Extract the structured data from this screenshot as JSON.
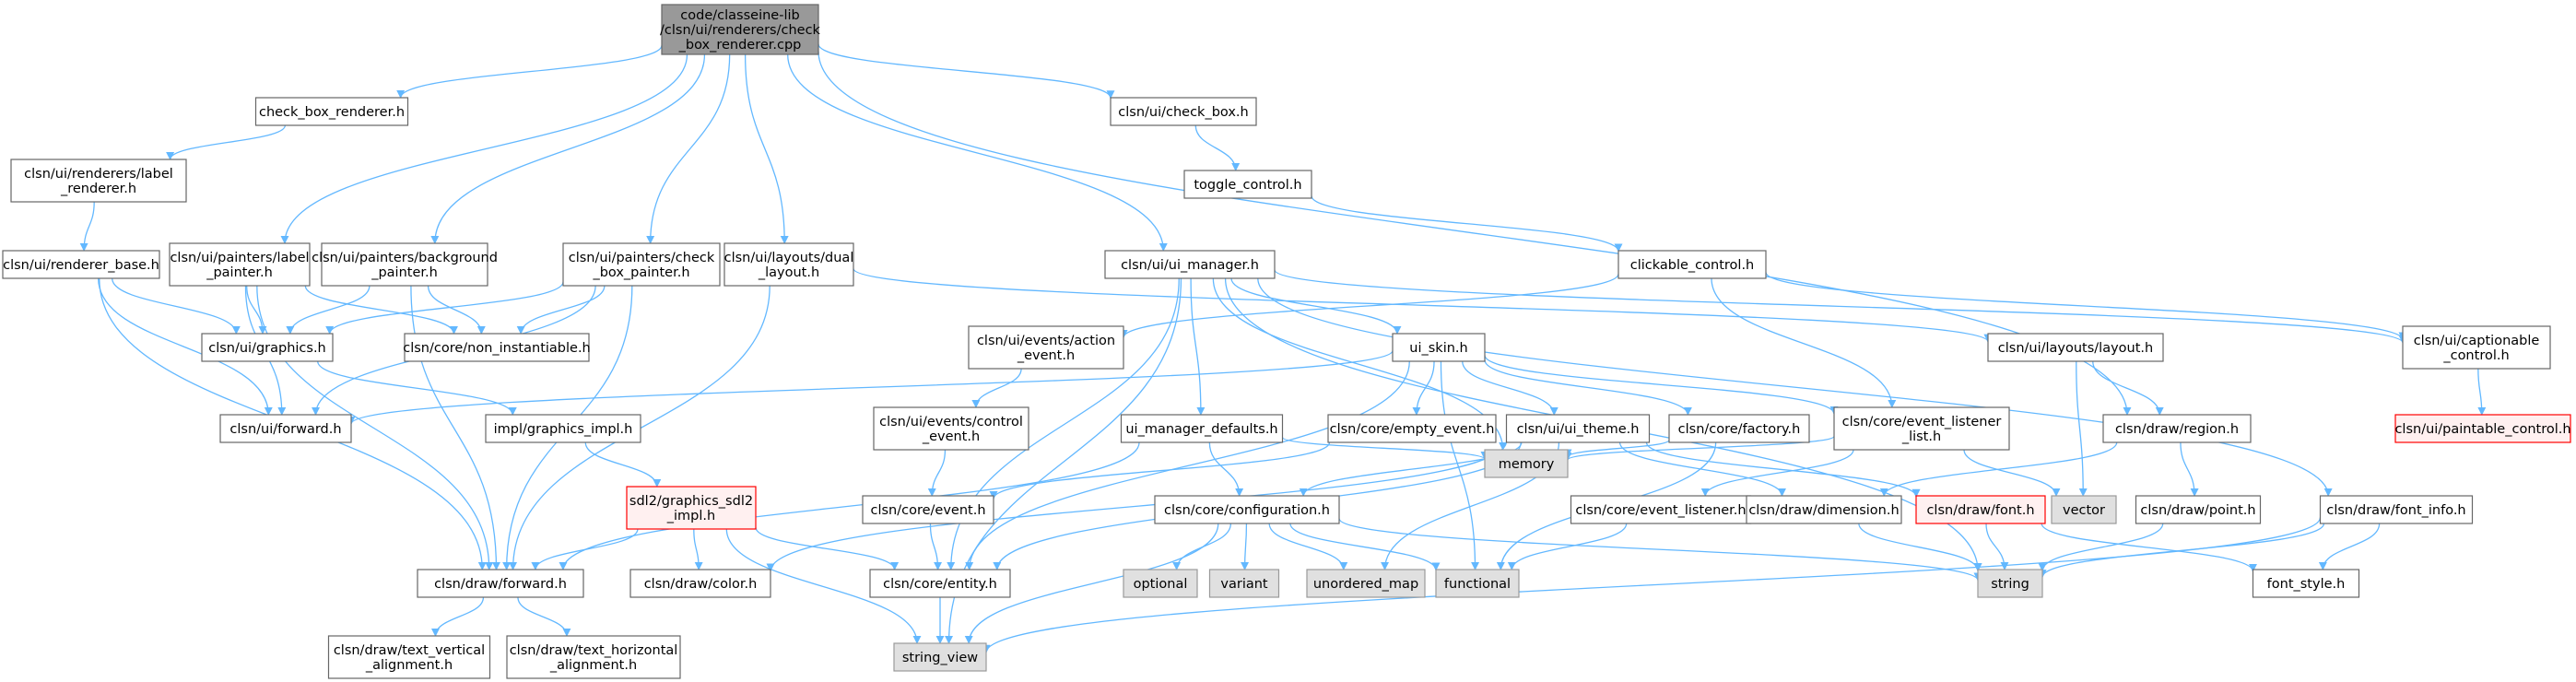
{
  "nodes": [
    {
      "id": "root",
      "lines": [
        "code/classeine-lib",
        "/clsn/ui/renderers/check",
        "_box_renderer.cpp"
      ],
      "kind": "root"
    },
    {
      "id": "check_box_renderer_h",
      "lines": [
        "check_box_renderer.h"
      ],
      "kind": "normal"
    },
    {
      "id": "label_renderer_h",
      "lines": [
        "clsn/ui/renderers/label",
        "_renderer.h"
      ],
      "kind": "normal"
    },
    {
      "id": "renderer_base_h",
      "lines": [
        "clsn/ui/renderer_base.h"
      ],
      "kind": "normal"
    },
    {
      "id": "painters_label_h",
      "lines": [
        "clsn/ui/painters/label",
        "_painter.h"
      ],
      "kind": "normal"
    },
    {
      "id": "painters_background_h",
      "lines": [
        "clsn/ui/painters/background",
        "_painter.h"
      ],
      "kind": "normal"
    },
    {
      "id": "painters_checkbox_h",
      "lines": [
        "clsn/ui/painters/check",
        "_box_painter.h"
      ],
      "kind": "normal"
    },
    {
      "id": "layouts_dual_h",
      "lines": [
        "clsn/ui/layouts/dual",
        "_layout.h"
      ],
      "kind": "normal"
    },
    {
      "id": "ui_manager_h",
      "lines": [
        "clsn/ui/ui_manager.h"
      ],
      "kind": "normal"
    },
    {
      "id": "check_box_h",
      "lines": [
        "clsn/ui/check_box.h"
      ],
      "kind": "normal"
    },
    {
      "id": "toggle_control_h",
      "lines": [
        "toggle_control.h"
      ],
      "kind": "normal"
    },
    {
      "id": "clickable_control_h",
      "lines": [
        "clickable_control.h"
      ],
      "kind": "normal"
    },
    {
      "id": "graphics_h",
      "lines": [
        "clsn/ui/graphics.h"
      ],
      "kind": "normal"
    },
    {
      "id": "non_instantiable_h",
      "lines": [
        "clsn/core/non_instantiable.h"
      ],
      "kind": "normal"
    },
    {
      "id": "ui_forward_h",
      "lines": [
        "clsn/ui/forward.h"
      ],
      "kind": "normal"
    },
    {
      "id": "graphics_impl_h",
      "lines": [
        "impl/graphics_impl.h"
      ],
      "kind": "normal"
    },
    {
      "id": "sdl2_impl_h",
      "lines": [
        "sdl2/graphics_sdl2",
        "_impl.h"
      ],
      "kind": "incomplete"
    },
    {
      "id": "draw_forward_h",
      "lines": [
        "clsn/draw/forward.h"
      ],
      "kind": "normal"
    },
    {
      "id": "text_vertical_h",
      "lines": [
        "clsn/draw/text_vertical",
        "_alignment.h"
      ],
      "kind": "normal"
    },
    {
      "id": "text_horizontal_h",
      "lines": [
        "clsn/draw/text_horizontal",
        "_alignment.h"
      ],
      "kind": "normal"
    },
    {
      "id": "draw_color_h",
      "lines": [
        "clsn/draw/color.h"
      ],
      "kind": "normal"
    },
    {
      "id": "core_entity_h",
      "lines": [
        "clsn/core/entity.h"
      ],
      "kind": "normal"
    },
    {
      "id": "string_view",
      "lines": [
        "string_view"
      ],
      "kind": "std"
    },
    {
      "id": "action_event_h",
      "lines": [
        "clsn/ui/events/action",
        "_event.h"
      ],
      "kind": "normal"
    },
    {
      "id": "control_event_h",
      "lines": [
        "clsn/ui/events/control",
        "_event.h"
      ],
      "kind": "normal"
    },
    {
      "id": "ui_skin_h",
      "lines": [
        "ui_skin.h"
      ],
      "kind": "normal"
    },
    {
      "id": "ui_manager_defaults_h",
      "lines": [
        "ui_manager_defaults.h"
      ],
      "kind": "normal"
    },
    {
      "id": "core_event_h",
      "lines": [
        "clsn/core/event.h"
      ],
      "kind": "normal"
    },
    {
      "id": "core_configuration_h",
      "lines": [
        "clsn/core/configuration.h"
      ],
      "kind": "normal"
    },
    {
      "id": "optional",
      "lines": [
        "optional"
      ],
      "kind": "std"
    },
    {
      "id": "variant",
      "lines": [
        "variant"
      ],
      "kind": "std"
    },
    {
      "id": "unordered_map",
      "lines": [
        "unordered_map"
      ],
      "kind": "std"
    },
    {
      "id": "functional",
      "lines": [
        "functional"
      ],
      "kind": "std"
    },
    {
      "id": "empty_event_h",
      "lines": [
        "clsn/core/empty_event.h"
      ],
      "kind": "normal"
    },
    {
      "id": "ui_theme_h",
      "lines": [
        "clsn/ui/ui_theme.h"
      ],
      "kind": "normal"
    },
    {
      "id": "memory",
      "lines": [
        "memory"
      ],
      "kind": "std"
    },
    {
      "id": "core_factory_h",
      "lines": [
        "clsn/core/factory.h"
      ],
      "kind": "normal"
    },
    {
      "id": "event_listener_list_h",
      "lines": [
        "clsn/core/event_listener",
        "_list.h"
      ],
      "kind": "normal"
    },
    {
      "id": "event_listener_h",
      "lines": [
        "clsn/core/event_listener.h"
      ],
      "kind": "normal"
    },
    {
      "id": "draw_dimension_h",
      "lines": [
        "clsn/draw/dimension.h"
      ],
      "kind": "normal"
    },
    {
      "id": "draw_font_h",
      "lines": [
        "clsn/draw/font.h"
      ],
      "kind": "incomplete"
    },
    {
      "id": "string",
      "lines": [
        "string"
      ],
      "kind": "std"
    },
    {
      "id": "vector",
      "lines": [
        "vector"
      ],
      "kind": "std"
    },
    {
      "id": "layouts_layout_h",
      "lines": [
        "clsn/ui/layouts/layout.h"
      ],
      "kind": "normal"
    },
    {
      "id": "draw_region_h",
      "lines": [
        "clsn/draw/region.h"
      ],
      "kind": "normal"
    },
    {
      "id": "draw_point_h",
      "lines": [
        "clsn/draw/point.h"
      ],
      "kind": "normal"
    },
    {
      "id": "font_info_h",
      "lines": [
        "clsn/draw/font_info.h"
      ],
      "kind": "normal"
    },
    {
      "id": "font_style_h",
      "lines": [
        "font_style.h"
      ],
      "kind": "normal"
    },
    {
      "id": "captionable_control_h",
      "lines": [
        "clsn/ui/captionable",
        "_control.h"
      ],
      "kind": "normal"
    },
    {
      "id": "paintable_control_h",
      "lines": [
        "clsn/ui/paintable_control.h"
      ],
      "kind": "incomplete"
    }
  ],
  "edges": [
    [
      "root",
      "check_box_renderer_h"
    ],
    [
      "root",
      "painters_label_h"
    ],
    [
      "root",
      "painters_background_h"
    ],
    [
      "root",
      "painters_checkbox_h"
    ],
    [
      "root",
      "layouts_dual_h"
    ],
    [
      "root",
      "ui_manager_h"
    ],
    [
      "root",
      "check_box_h"
    ],
    [
      "root",
      "draw_region_h"
    ],
    [
      "check_box_renderer_h",
      "label_renderer_h"
    ],
    [
      "label_renderer_h",
      "renderer_base_h"
    ],
    [
      "renderer_base_h",
      "graphics_h"
    ],
    [
      "renderer_base_h",
      "ui_forward_h"
    ],
    [
      "renderer_base_h",
      "draw_forward_h"
    ],
    [
      "painters_label_h",
      "graphics_h"
    ],
    [
      "painters_label_h",
      "non_instantiable_h"
    ],
    [
      "painters_label_h",
      "ui_forward_h"
    ],
    [
      "painters_label_h",
      "draw_forward_h"
    ],
    [
      "painters_background_h",
      "graphics_h"
    ],
    [
      "painters_background_h",
      "non_instantiable_h"
    ],
    [
      "painters_background_h",
      "draw_forward_h"
    ],
    [
      "painters_checkbox_h",
      "graphics_h"
    ],
    [
      "painters_checkbox_h",
      "non_instantiable_h"
    ],
    [
      "painters_checkbox_h",
      "ui_forward_h"
    ],
    [
      "painters_checkbox_h",
      "draw_forward_h"
    ],
    [
      "layouts_dual_h",
      "draw_forward_h"
    ],
    [
      "layouts_dual_h",
      "layouts_layout_h"
    ],
    [
      "graphics_h",
      "graphics_impl_h"
    ],
    [
      "graphics_impl_h",
      "sdl2_impl_h"
    ],
    [
      "sdl2_impl_h",
      "draw_forward_h"
    ],
    [
      "sdl2_impl_h",
      "draw_color_h"
    ],
    [
      "sdl2_impl_h",
      "core_entity_h"
    ],
    [
      "sdl2_impl_h",
      "string_view"
    ],
    [
      "draw_forward_h",
      "text_vertical_h"
    ],
    [
      "draw_forward_h",
      "text_horizontal_h"
    ],
    [
      "ui_manager_h",
      "ui_skin_h"
    ],
    [
      "ui_manager_h",
      "ui_manager_defaults_h"
    ],
    [
      "ui_manager_h",
      "core_entity_h"
    ],
    [
      "ui_manager_h",
      "string_view"
    ],
    [
      "ui_manager_h",
      "memory"
    ],
    [
      "ui_manager_h",
      "string"
    ],
    [
      "ui_manager_h",
      "font_info_h"
    ],
    [
      "ui_manager_h",
      "captionable_control_h"
    ],
    [
      "check_box_h",
      "toggle_control_h"
    ],
    [
      "toggle_control_h",
      "clickable_control_h"
    ],
    [
      "clickable_control_h",
      "action_event_h"
    ],
    [
      "clickable_control_h",
      "event_listener_list_h"
    ],
    [
      "clickable_control_h",
      "captionable_control_h"
    ],
    [
      "action_event_h",
      "control_event_h"
    ],
    [
      "control_event_h",
      "core_event_h"
    ],
    [
      "ui_skin_h",
      "ui_forward_h"
    ],
    [
      "ui_skin_h",
      "empty_event_h"
    ],
    [
      "ui_skin_h",
      "ui_theme_h"
    ],
    [
      "ui_skin_h",
      "core_factory_h"
    ],
    [
      "ui_skin_h",
      "event_listener_list_h"
    ],
    [
      "ui_skin_h",
      "core_entity_h"
    ],
    [
      "ui_skin_h",
      "functional"
    ],
    [
      "ui_manager_defaults_h",
      "core_configuration_h"
    ],
    [
      "ui_manager_defaults_h",
      "memory"
    ],
    [
      "ui_manager_defaults_h",
      "draw_forward_h"
    ],
    [
      "empty_event_h",
      "core_event_h"
    ],
    [
      "ui_theme_h",
      "core_configuration_h"
    ],
    [
      "ui_theme_h",
      "draw_color_h"
    ],
    [
      "ui_theme_h",
      "draw_font_h"
    ],
    [
      "ui_theme_h",
      "draw_dimension_h"
    ],
    [
      "ui_theme_h",
      "unordered_map"
    ],
    [
      "ui_theme_h",
      "core_entity_h"
    ],
    [
      "core_factory_h",
      "memory"
    ],
    [
      "core_factory_h",
      "functional"
    ],
    [
      "event_listener_list_h",
      "event_listener_h"
    ],
    [
      "event_listener_list_h",
      "vector"
    ],
    [
      "event_listener_list_h",
      "memory"
    ],
    [
      "event_listener_h",
      "functional"
    ],
    [
      "core_event_h",
      "core_entity_h"
    ],
    [
      "core_configuration_h",
      "optional"
    ],
    [
      "core_configuration_h",
      "variant"
    ],
    [
      "core_configuration_h",
      "unordered_map"
    ],
    [
      "core_configuration_h",
      "functional"
    ],
    [
      "core_configuration_h",
      "string"
    ],
    [
      "core_configuration_h",
      "string_view"
    ],
    [
      "core_entity_h",
      "string_view"
    ],
    [
      "draw_dimension_h",
      "string"
    ],
    [
      "draw_font_h",
      "string"
    ],
    [
      "draw_font_h",
      "font_style_h"
    ],
    [
      "layouts_layout_h",
      "vector"
    ],
    [
      "layouts_layout_h",
      "draw_region_h"
    ],
    [
      "draw_region_h",
      "draw_dimension_h"
    ],
    [
      "draw_region_h",
      "draw_point_h"
    ],
    [
      "draw_point_h",
      "string"
    ],
    [
      "font_info_h",
      "string"
    ],
    [
      "font_info_h",
      "font_style_h"
    ],
    [
      "font_info_h",
      "string_view"
    ],
    [
      "captionable_control_h",
      "paintable_control_h"
    ]
  ]
}
